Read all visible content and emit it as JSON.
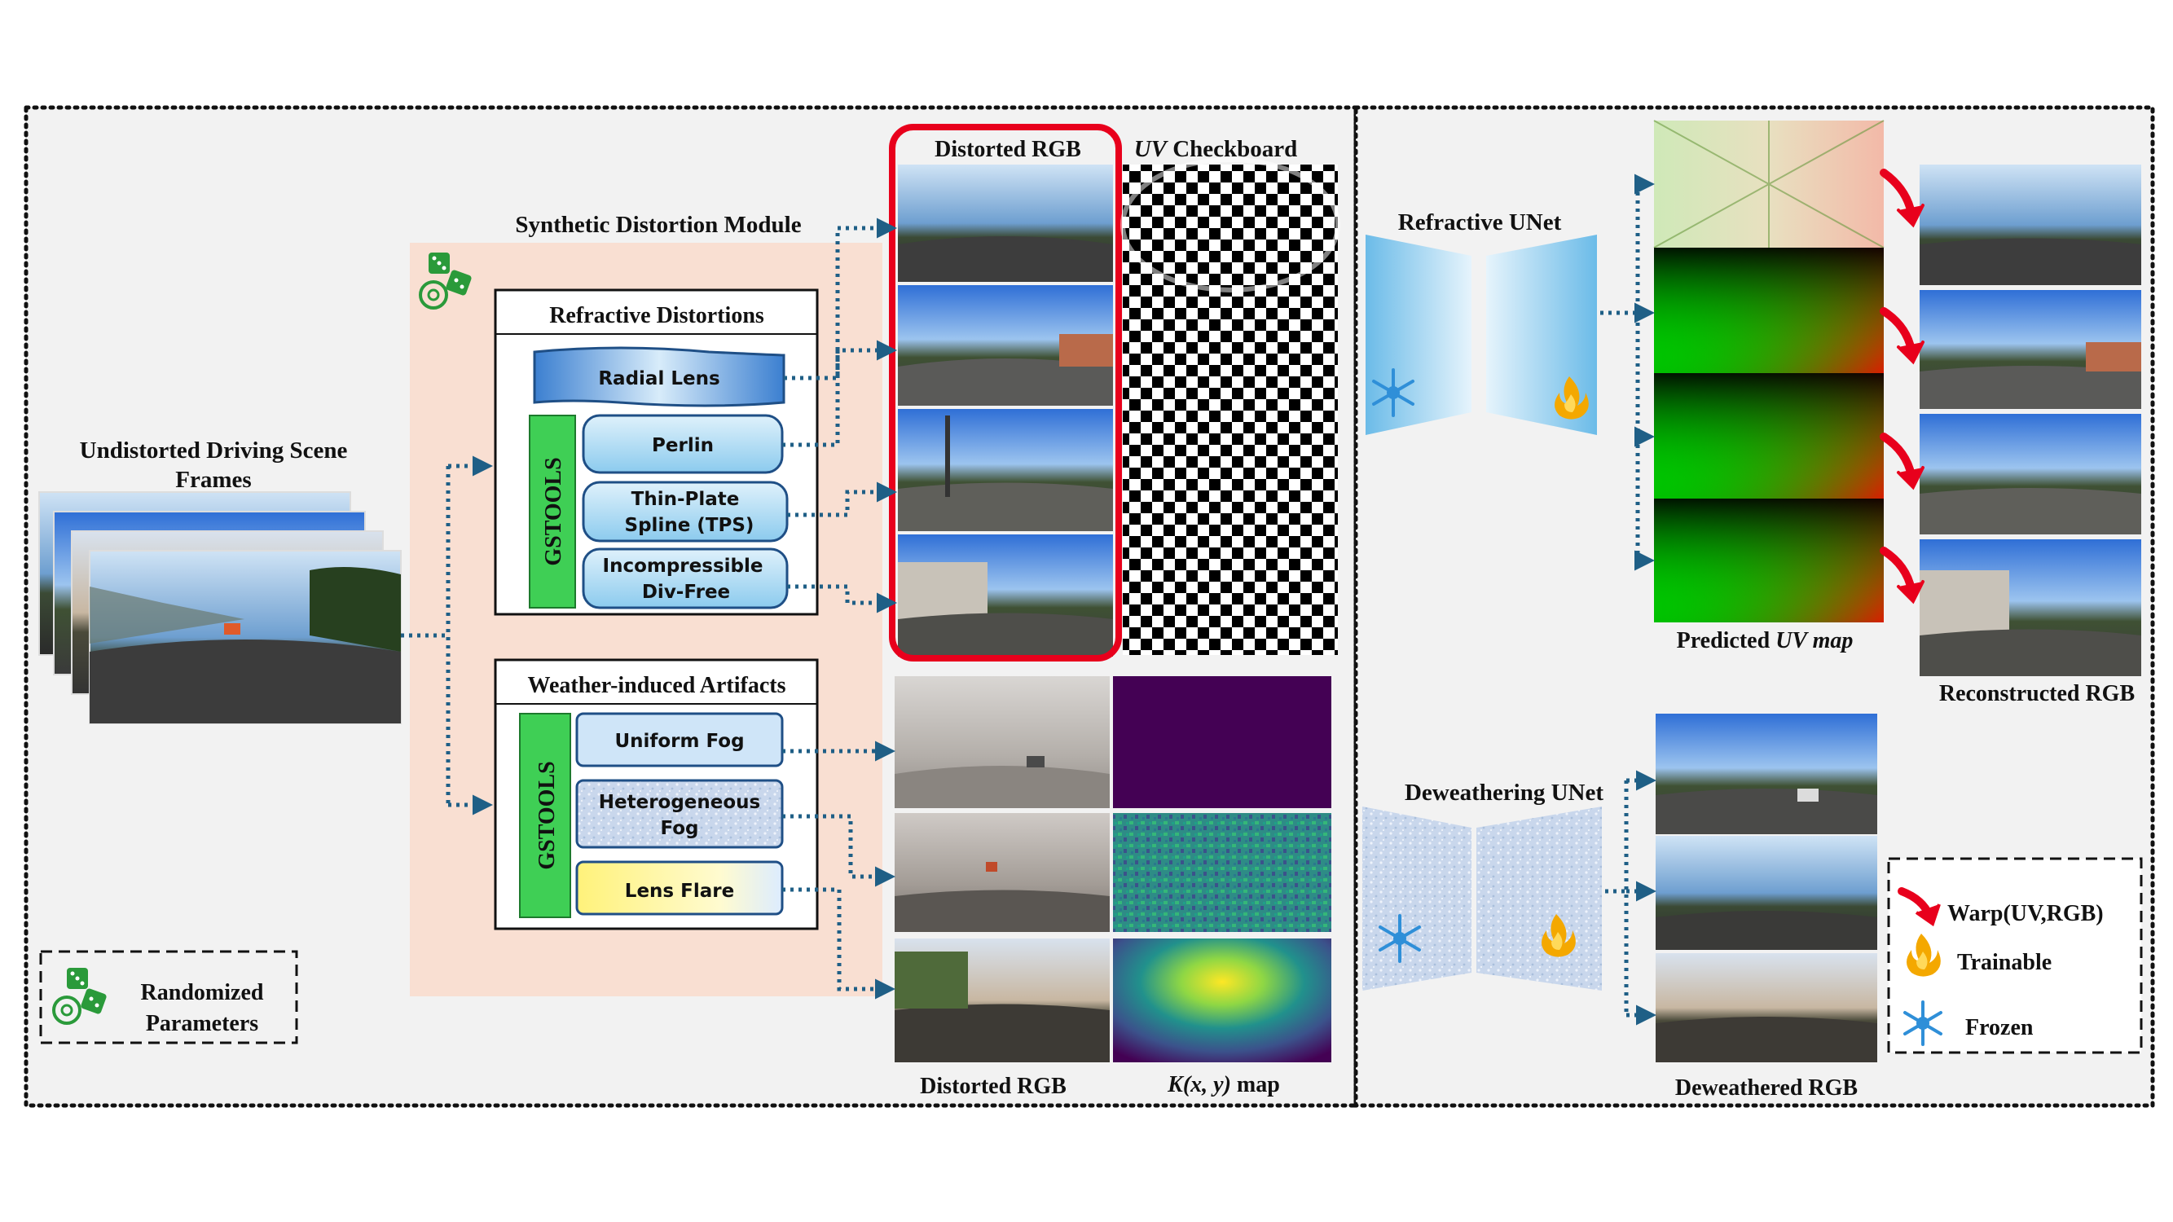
{
  "left_panel": {
    "input_title_line1": "Undistorted Driving Scene",
    "input_title_line2": "Frames",
    "module_title": "Synthetic Distortion Module",
    "refractive_group": {
      "title": "Refractive Distortions",
      "radial": "Radial Lens",
      "gstools": "GSTOOLS",
      "items": [
        {
          "line1": "Perlin",
          "line2": ""
        },
        {
          "line1": "Thin-Plate",
          "line2": "Spline (TPS)"
        },
        {
          "line1": "Incompressible",
          "line2": "Div-Free"
        }
      ]
    },
    "weather_group": {
      "title": "Weather-induced Artifacts",
      "gstools": "GSTOOLS",
      "items": [
        {
          "line1": "Uniform Fog",
          "line2": ""
        },
        {
          "line1": "Heterogeneous",
          "line2": "Fog"
        },
        {
          "line1": "Lens Flare",
          "line2": ""
        }
      ]
    },
    "randomized_line1": "Randomized",
    "randomized_line2": "Parameters",
    "distorted_rgb_top": "Distorted RGB",
    "uv_checkboard_uv": "UV",
    "uv_checkboard_rest": "Checkboard",
    "distorted_rgb_bottom": "Distorted RGB",
    "kmap_math": "K(x, y)",
    "kmap_rest": "map"
  },
  "right_panel": {
    "refractive_unet": "Refractive UNet",
    "predicted_uv_prefix": "Predicted",
    "predicted_uv_uv": "UV map",
    "reconstructed_rgb": "Reconstructed RGB",
    "deweathering_unet": "Deweathering UNet",
    "deweathered_rgb": "Deweathered RGB",
    "legend": {
      "warp": "Warp(UV,RGB)",
      "trainable": "Trainable",
      "frozen": "Frozen"
    }
  },
  "colors": {
    "panel_bg": "#f2f2f2",
    "module_bg": "#f9dfd2",
    "gstools_green": "#3fcf55",
    "highlight_red": "#e8001c",
    "connector": "#1f5f86",
    "unet_blue": "#7ec4ea"
  }
}
